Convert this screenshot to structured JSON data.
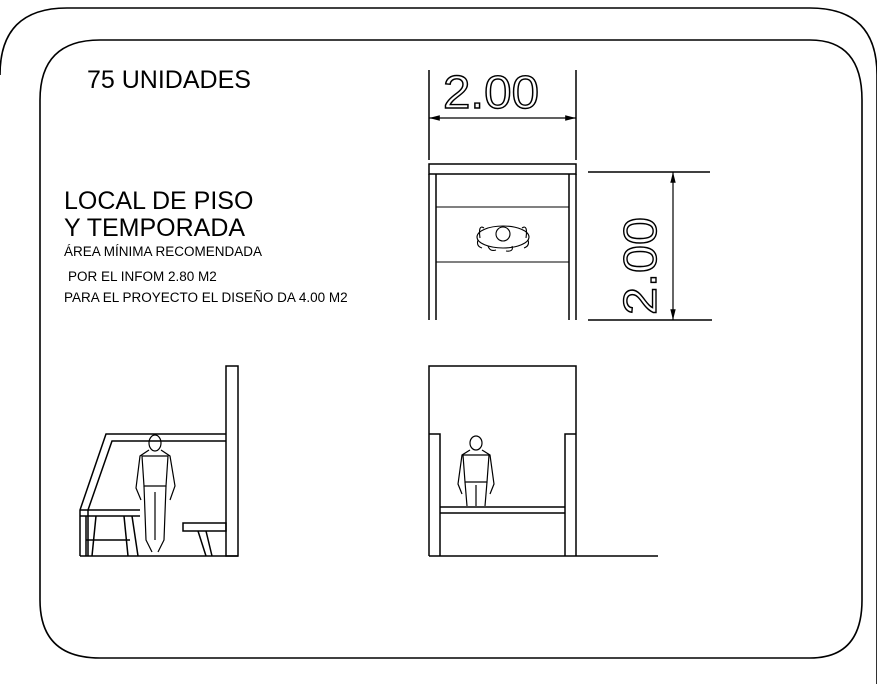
{
  "sheet": {
    "units_label": "75 UNIDADES",
    "title_line1": "LOCAL DE PISO",
    "title_line2": "Y TEMPORADA",
    "note_line1": "ÁREA MÍNIMA RECOMENDADA",
    "note_line2": "POR EL INFOM 2.80 M2",
    "note_line3": "PARA EL PROYECTO EL DISEÑO DA 4.00 M2"
  },
  "plan_view": {
    "width_dimension": "2.00",
    "depth_dimension": "2.00"
  }
}
